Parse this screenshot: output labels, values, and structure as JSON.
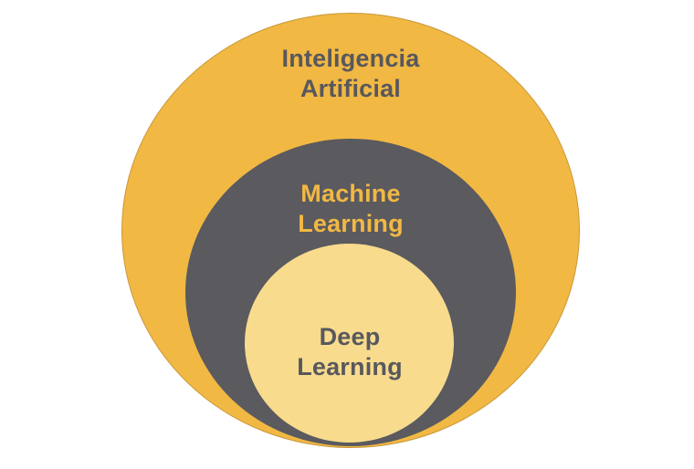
{
  "canvas": {
    "background": "#FFFFFF"
  },
  "diagram": {
    "type": "nested-euler-diagram",
    "description_order": "outer-to-inner",
    "rings": [
      {
        "name": "inteligencia-artificial",
        "line1": "Inteligencia",
        "line2": "Artificial",
        "fill": "#F1B843",
        "stroke": "#C9973B",
        "text_color": "#58585D"
      },
      {
        "name": "machine-learning",
        "line1": "Machine",
        "line2": "Learning",
        "fill": "#5A5A5F",
        "stroke": "#5A5A5F",
        "text_color": "#F1B843"
      },
      {
        "name": "deep-learning",
        "line1": "Deep",
        "line2": "Learning",
        "fill": "#F8DB8D",
        "stroke": "#F8DB8D",
        "text_color": "#58585D"
      }
    ]
  }
}
